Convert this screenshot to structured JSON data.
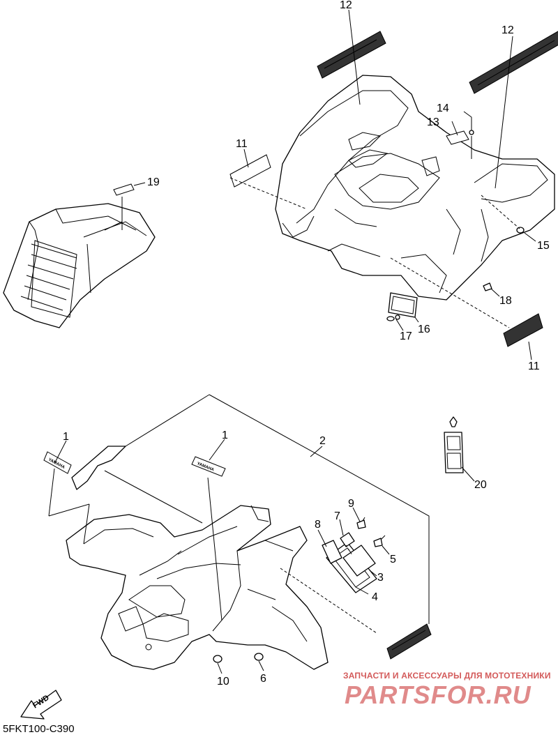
{
  "callouts": {
    "c1a": "1",
    "c1b": "1",
    "c2": "2",
    "c3": "3",
    "c4": "4",
    "c5": "5",
    "c6": "6",
    "c7": "7",
    "c8": "8",
    "c9": "9",
    "c10": "10",
    "c11a": "11",
    "c11b": "11",
    "c12a": "12",
    "c12b": "12",
    "c13": "13",
    "c14": "14",
    "c15": "15",
    "c16": "16",
    "c17": "17",
    "c18": "18",
    "c19": "19",
    "c20": "20"
  },
  "emblem_text": "YAMAHA",
  "fwd_label": "FWD",
  "diagram_code": "5FKT100-C390",
  "watermark": {
    "tagline": "ЗАПЧАСТИ И АКСЕССУАРЫ ДЛЯ МОТОТЕХНИКИ",
    "logo": "PARTSFOR.RU"
  }
}
